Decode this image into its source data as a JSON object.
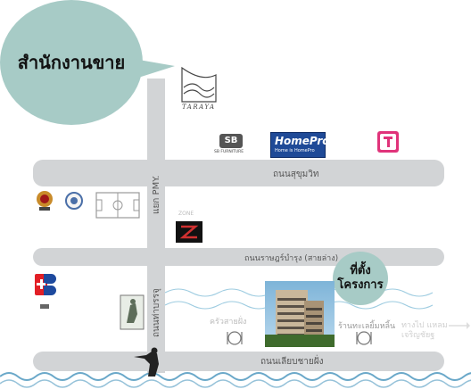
{
  "sales_office_label": "สำนักงานขาย",
  "project_label_line1": "ที่ตั้ง",
  "project_label_line2": "โครงการ",
  "roads": {
    "sukhumvit": "ถนนสุขุมวิท",
    "pmy": "แยก PMY.",
    "ratbamrung": "ถนนราษฎร์บำรุง (สายล่าง)",
    "thabruk": "ถนนท่าบรรจุ",
    "beach": "ถนนเลียบชายฝั่ง"
  },
  "landmarks": {
    "taraya": "TARAYA",
    "sb_furniture": "SB FURNITURE",
    "homepro_name": "HomePro",
    "homepro_tagline": "Home is HomePro",
    "homepro_text": "Home is HomePro",
    "restaurant_left": "ครัวสายฝั่ง",
    "restaurant_right": "ร้านทะเลยิ้มหลิ้น",
    "faded_right": "ทางไป แหลมเจริญชัยฐ",
    "zone_label": "ZONE"
  },
  "colors": {
    "road": "#d2d4d6",
    "bubble": "#a7cbc6",
    "homepro_blue": "#1f4a97",
    "thaiwatsadu_pink": "#e0337a",
    "sea": "#6aa8c9"
  }
}
